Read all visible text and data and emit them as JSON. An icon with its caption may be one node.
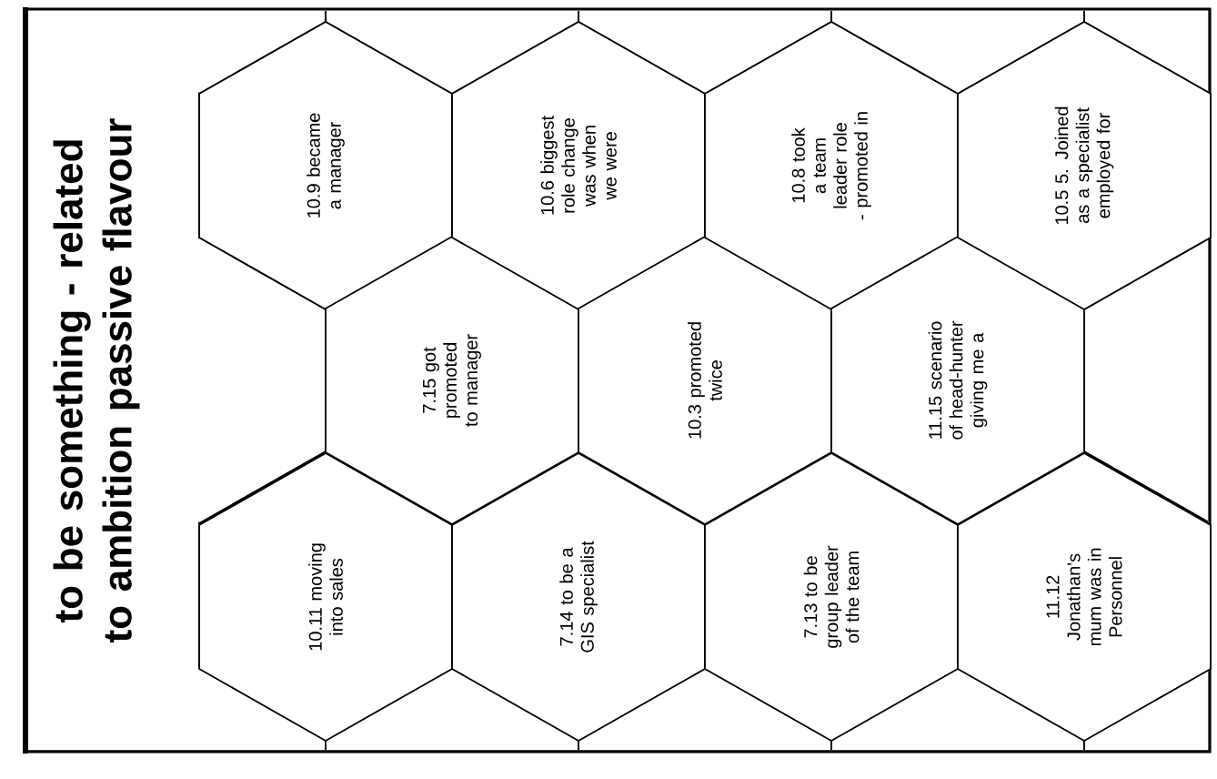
{
  "diagram": {
    "title": "to be something - related to ambition passive flavour",
    "nodes": [
      {
        "text": [
          "10.11 moving into sales"
        ]
      },
      {
        "text": [
          "10.9 became a manager"
        ]
      },
      {
        "text": [
          "7.15 got promoted to manager"
        ]
      },
      {
        "text": [
          "7.14 to be a GIS specialist"
        ]
      },
      {
        "text": [
          "10.6 biggest role change was when we were"
        ]
      },
      {
        "text": [
          "10.3 promoted twice"
        ]
      },
      {
        "text": [
          "7.13 to be group leader of the team"
        ]
      },
      {
        "text": [
          "10.8 took a team leader role - promoted in"
        ]
      },
      {
        "text": [
          "11.15 scenario of head-hunter giving me a"
        ]
      },
      {
        "text": [
          "11.12 Jonathan's mum was in Personnel"
        ]
      },
      {
        "text": [
          "10.5 5. Joined as a specialist employed for"
        ]
      }
    ]
  }
}
